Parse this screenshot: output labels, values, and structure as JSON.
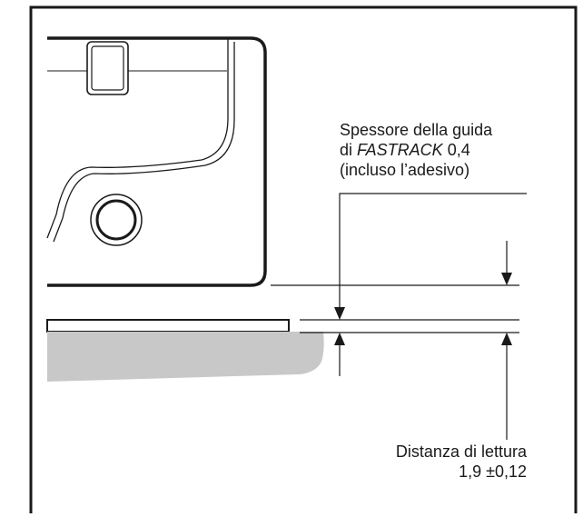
{
  "labels": {
    "thickness": {
      "line1": "Spessore della guida",
      "line2_prefix": "di ",
      "line2_italic": "FASTRACK",
      "line2_value": " 0,4",
      "line3": "(incluso l’adesivo)"
    },
    "distance": {
      "line1": "Distanza di lettura",
      "line2": "1,9 ±0,12"
    }
  },
  "colors": {
    "ink": "#1a1a1a",
    "surface_fill": "#c8c8c8",
    "background": "#ffffff"
  }
}
